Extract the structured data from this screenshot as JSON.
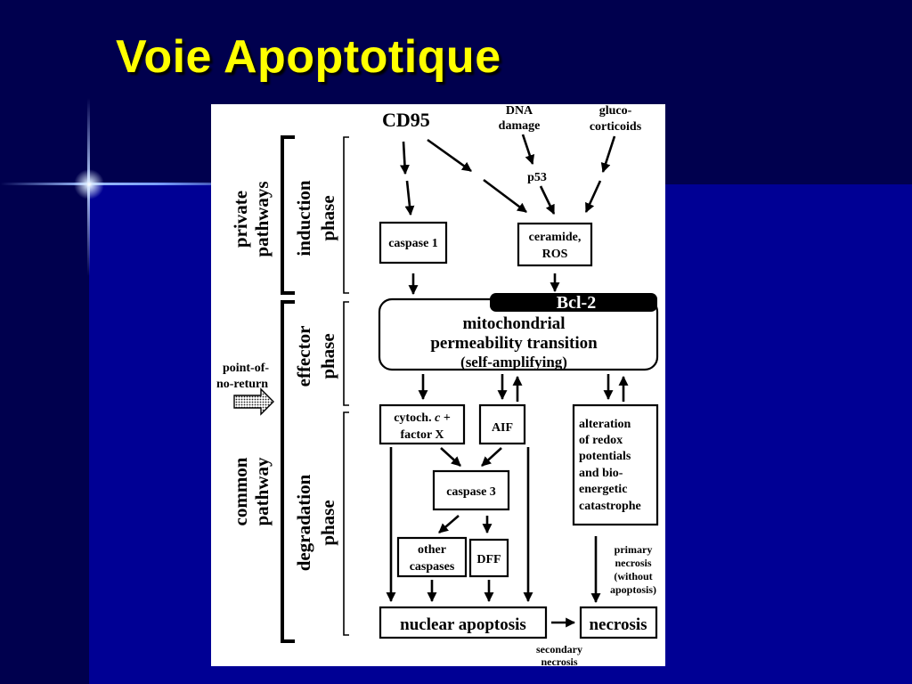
{
  "slide": {
    "title": "Voie Apoptotique"
  },
  "diagram": {
    "inputs": {
      "cd95": "CD95",
      "dna_damage": [
        "DNA",
        "damage"
      ],
      "glucocorticoids": [
        "gluco-",
        "corticoids"
      ],
      "p53": "p53"
    },
    "left_labels": {
      "private_pathways": [
        "private",
        "pathways"
      ],
      "induction_phase": [
        "induction",
        "phase"
      ],
      "effector_phase": [
        "effector",
        "phase"
      ],
      "point_of_no_return": [
        "point-of-",
        "no-return"
      ],
      "common_pathway": [
        "common",
        "pathway"
      ],
      "degradation_phase": [
        "degradation",
        "phase"
      ]
    },
    "nodes": {
      "caspase1": "caspase 1",
      "ceramide_ros": [
        "ceramide,",
        "ROS"
      ],
      "bcl2": "Bcl-2",
      "mpt": [
        "mitochondrial",
        "permeability transition",
        "(self-amplifying)"
      ],
      "cytoch_line1_pre": "cytoch. ",
      "cytoch_line1_italic": "c",
      "cytoch_line1_post": " +",
      "cytoch_line2": "factor X",
      "aif": "AIF",
      "alteration": [
        "alteration",
        "of redox",
        "potentials",
        "and bio-",
        "energetic",
        "catastrophe"
      ],
      "caspase3": "caspase 3",
      "other_caspases": [
        "other",
        "caspases"
      ],
      "dff": "DFF",
      "nuclear_apoptosis": "nuclear apoptosis",
      "necrosis": "necrosis"
    },
    "annotations": {
      "primary_necrosis": [
        "primary",
        "necrosis",
        "(without",
        "apoptosis)"
      ],
      "secondary_necrosis": [
        "secondary",
        "necrosis"
      ]
    }
  }
}
